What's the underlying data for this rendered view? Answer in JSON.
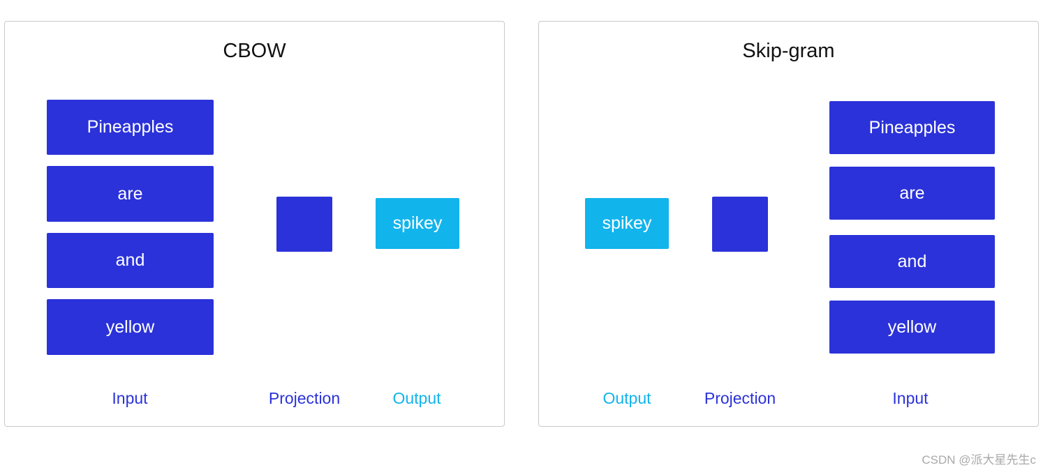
{
  "cbow": {
    "title": "CBOW",
    "inputs": [
      "Pineapples",
      "are",
      "and",
      "yellow"
    ],
    "output": "spikey",
    "labels": {
      "input": "Input",
      "projection": "Projection",
      "output": "Output"
    }
  },
  "skipgram": {
    "title": "Skip-gram",
    "input": "spikey",
    "outputs": [
      "Pineapples",
      "are",
      "and",
      "yellow"
    ],
    "labels": {
      "output": "Output",
      "projection": "Projection",
      "input": "Input"
    }
  },
  "watermark": "CSDN @派大星先生c",
  "colors": {
    "word_box": "#2b32d9",
    "output_box": "#12b4ec",
    "connector": "#9a9a9a"
  }
}
